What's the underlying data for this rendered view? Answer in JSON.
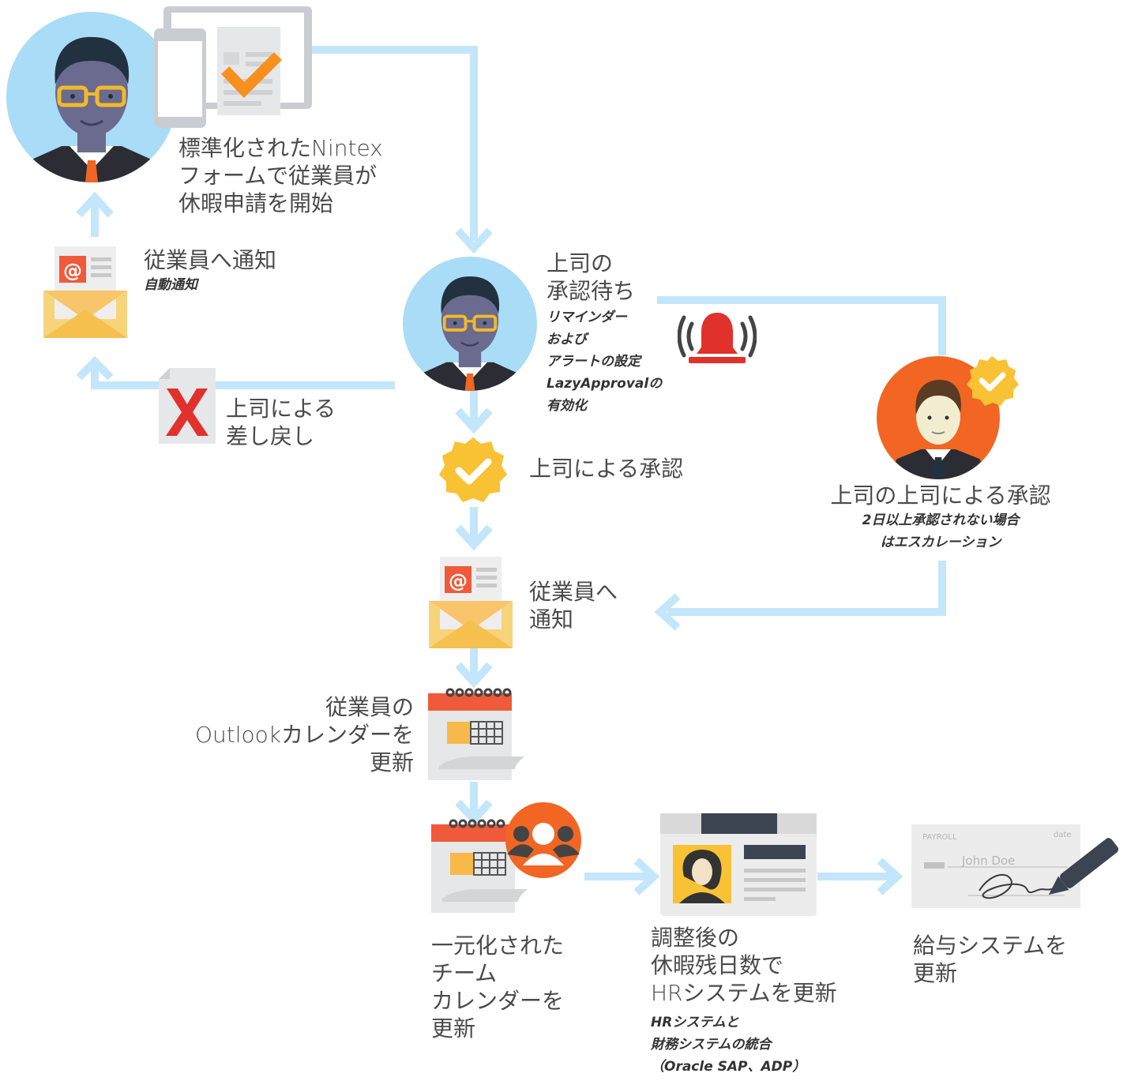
{
  "start": {
    "label": [
      "標準化されたNintex",
      "フォームで従業員が",
      "休暇申請を開始"
    ]
  },
  "notify_employee_top": {
    "label": "従業員へ通知",
    "sub": "自動通知"
  },
  "manager_pending": {
    "label": [
      "上司の",
      "承認待ち"
    ],
    "sub": [
      "リマインダー",
      "および",
      "アラートの設定",
      "LazyApprovalの",
      "有効化"
    ]
  },
  "rejected": {
    "label": [
      "上司による",
      "差し戻し"
    ]
  },
  "manager_approval": {
    "label": "上司による承認"
  },
  "skip_level": {
    "label": "上司の上司による承認",
    "sub": [
      "2日以上承認されない場合",
      "はエスカレーション"
    ]
  },
  "notify_employee_mid": {
    "label": [
      "従業員へ",
      "通知"
    ]
  },
  "outlook_update": {
    "label": [
      "従業員の",
      "Outlookカレンダーを",
      "更新"
    ]
  },
  "team_calendar": {
    "label": [
      "一元化された",
      "チーム",
      "カレンダーを",
      "更新"
    ]
  },
  "hr_update": {
    "label": [
      "調整後の",
      "休暇残日数で",
      "HRシステムを更新"
    ],
    "sub": [
      "HRシステムと",
      "財務システムの統合",
      "（Oracle SAP、ADP）"
    ]
  },
  "payroll": {
    "label": [
      "給与システムを",
      "更新"
    ]
  },
  "payroll_card": {
    "title": "PAYROLL",
    "date": "date",
    "name": "John Doe"
  },
  "colors": {
    "connector": "#c3e6fa",
    "avatar_bg": "#a9dcf7",
    "orange": "#f26522",
    "approval_gold": "#f9c134",
    "reject_red": "#e0312c"
  }
}
